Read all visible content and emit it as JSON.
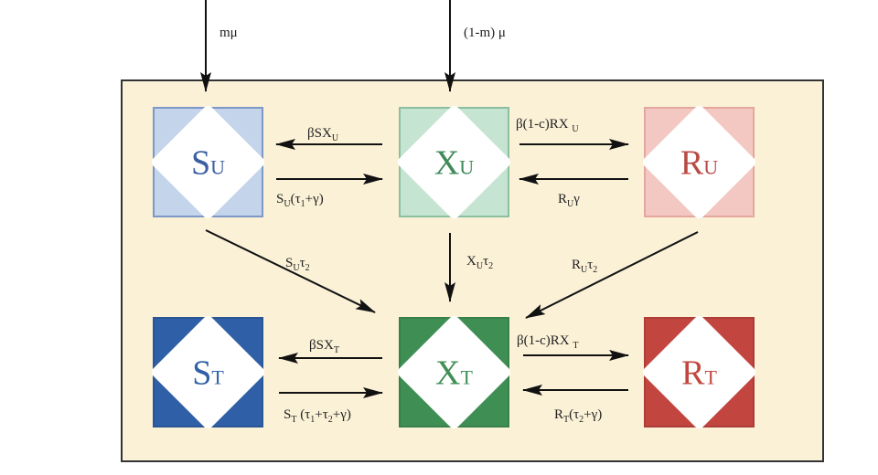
{
  "inflows": [
    {
      "id": "m-mu",
      "segs": [
        {
          "t": "mμ"
        }
      ]
    },
    {
      "id": "one-minus-m-mu",
      "segs": [
        {
          "t": "(1-m) μ"
        }
      ]
    }
  ],
  "nodes": [
    {
      "id": "S-U",
      "main": "S",
      "sub": "U",
      "fill": "#c4d4ea",
      "border": "#7d98c6",
      "text": "#3b5fa0"
    },
    {
      "id": "X-U",
      "main": "X",
      "sub": "U",
      "fill": "#c6e4d2",
      "border": "#8cbf9f",
      "text": "#3f8a5a"
    },
    {
      "id": "R-U",
      "main": "R",
      "sub": "U",
      "fill": "#f3c8c2",
      "border": "#e3a79f",
      "text": "#b84a44"
    },
    {
      "id": "S-T",
      "main": "S",
      "sub": "T",
      "fill": "#2f5fa6",
      "border": "#2a5596",
      "text": "#2f5fa6"
    },
    {
      "id": "X-T",
      "main": "X",
      "sub": "T",
      "fill": "#3f8f55",
      "border": "#377f4b",
      "text": "#3f8f55"
    },
    {
      "id": "R-T",
      "main": "R",
      "sub": "T",
      "fill": "#c2463f",
      "border": "#ad3d37",
      "text": "#c2463f"
    }
  ],
  "flows": [
    {
      "id": "beta-SX-U",
      "segs": [
        {
          "t": "βSX"
        },
        {
          "t": "U",
          "sub": true
        }
      ]
    },
    {
      "id": "SU-tau1-gamma",
      "segs": [
        {
          "t": "S"
        },
        {
          "t": "U",
          "sub": true
        },
        {
          "t": "(τ"
        },
        {
          "t": "1",
          "sub": true
        },
        {
          "t": "+γ)"
        }
      ]
    },
    {
      "id": "beta-1c-RX-U",
      "segs": [
        {
          "t": "β(1-c)RX "
        },
        {
          "t": "U",
          "sub": true
        }
      ]
    },
    {
      "id": "RU-gamma",
      "segs": [
        {
          "t": "R"
        },
        {
          "t": "U",
          "sub": true
        },
        {
          "t": "γ"
        }
      ]
    },
    {
      "id": "SU-tau2",
      "segs": [
        {
          "t": "S"
        },
        {
          "t": "U",
          "sub": true
        },
        {
          "t": "τ"
        },
        {
          "t": "2",
          "sub": true
        }
      ]
    },
    {
      "id": "XU-tau2",
      "segs": [
        {
          "t": "X"
        },
        {
          "t": "U",
          "sub": true
        },
        {
          "t": "τ"
        },
        {
          "t": "2",
          "sub": true
        }
      ]
    },
    {
      "id": "RU-tau2",
      "segs": [
        {
          "t": "R"
        },
        {
          "t": "U",
          "sub": true
        },
        {
          "t": "τ"
        },
        {
          "t": "2",
          "sub": true
        }
      ]
    },
    {
      "id": "beta-SX-T",
      "segs": [
        {
          "t": "βSX"
        },
        {
          "t": "T",
          "sub": true
        }
      ]
    },
    {
      "id": "ST-tau1-tau2-gamma",
      "segs": [
        {
          "t": "S"
        },
        {
          "t": "T",
          "sub": true
        },
        {
          "t": " (τ"
        },
        {
          "t": "1",
          "sub": true
        },
        {
          "t": "+τ"
        },
        {
          "t": "2",
          "sub": true
        },
        {
          "t": "+γ)"
        }
      ]
    },
    {
      "id": "beta-1c-RX-T",
      "segs": [
        {
          "t": "β(1-c)RX "
        },
        {
          "t": "T",
          "sub": true
        }
      ]
    },
    {
      "id": "RT-tau2-gamma",
      "segs": [
        {
          "t": "R"
        },
        {
          "t": "T",
          "sub": true
        },
        {
          "t": "(τ"
        },
        {
          "t": "2",
          "sub": true
        },
        {
          "t": "+γ)"
        }
      ]
    }
  ],
  "colors": {
    "background": "#fbf1d7",
    "border": "#333333",
    "arrow": "#111111"
  }
}
